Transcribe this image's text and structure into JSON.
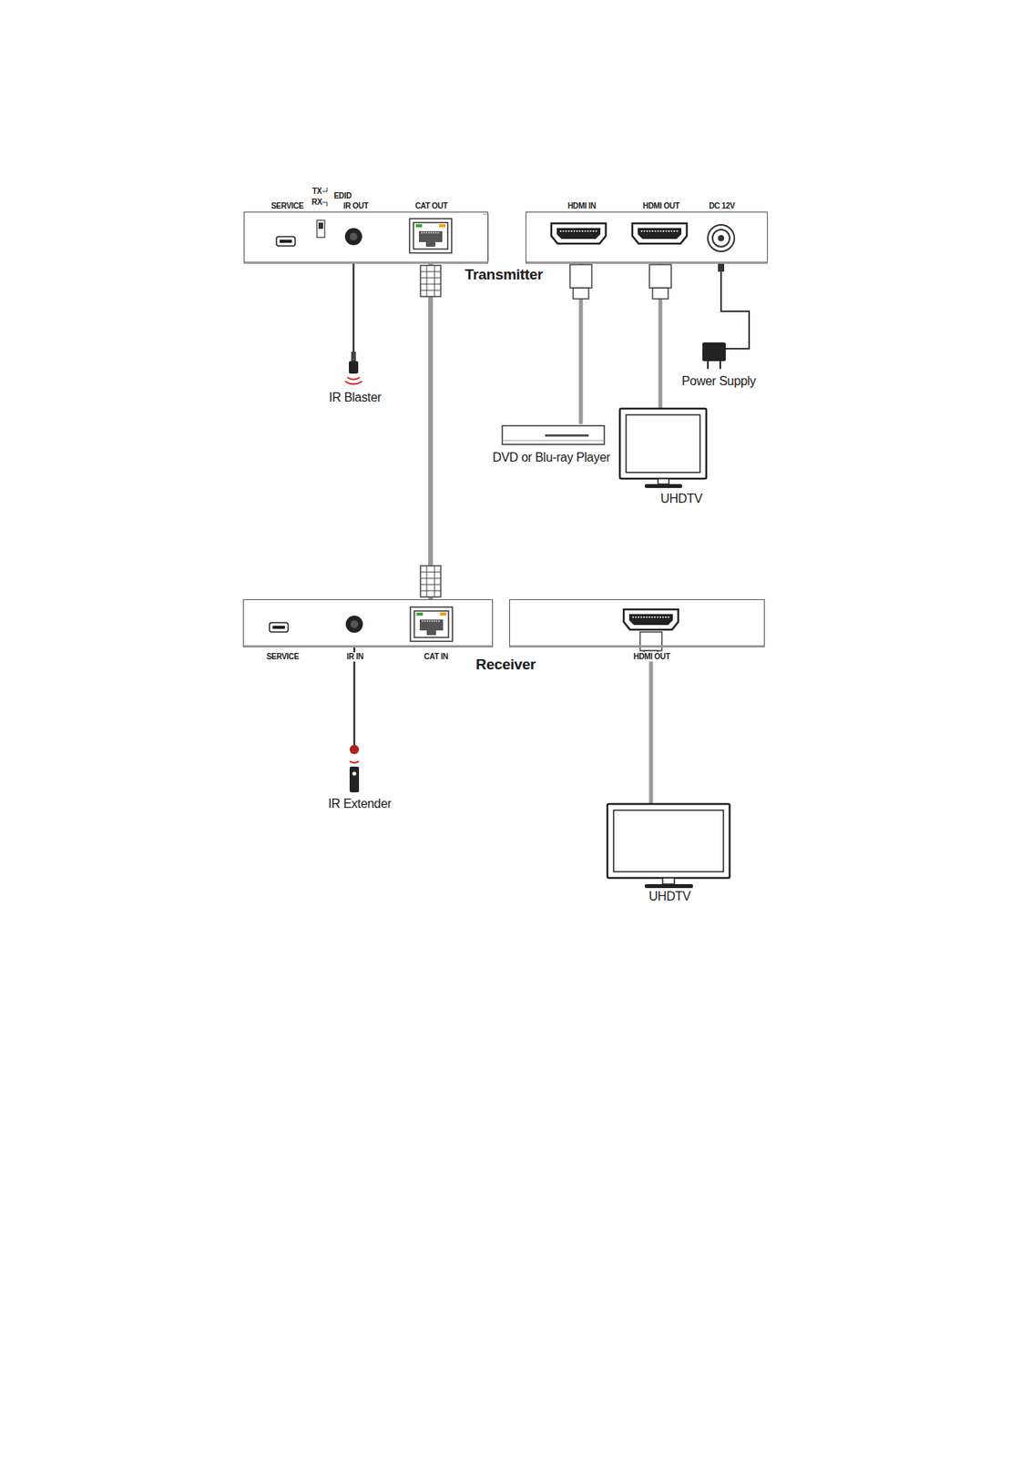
{
  "diagram": {
    "nodes": [
      {
        "text": [
          "SERVICE",
          "TX",
          "RX",
          "EDID",
          "IR OUT",
          "CAT OUT"
        ]
      },
      {
        "text": [
          "HDMI IN",
          "HDMI OUT",
          "DC 12V"
        ]
      },
      {
        "text": [
          "IR Blaster"
        ]
      },
      {
        "text": [
          "DVD or Blu-ray Player"
        ]
      },
      {
        "text": [
          "UHDTV"
        ]
      },
      {
        "text": [
          "Power Supply"
        ]
      },
      {
        "text": [
          "SERVICE",
          "IR IN",
          "CAT IN"
        ]
      },
      {
        "text": [
          "HDMI OUT"
        ]
      },
      {
        "text": [
          "IR Extender"
        ]
      },
      {
        "text": [
          "UHDTV"
        ]
      }
    ],
    "edges": [
      {
        "from": 0,
        "to": 2,
        "arrow": "none"
      },
      {
        "from": 0,
        "to": 6,
        "arrow": "none"
      },
      {
        "from": 1,
        "to": 3,
        "arrow": "none"
      },
      {
        "from": 1,
        "to": 4,
        "arrow": "none"
      },
      {
        "from": 1,
        "to": 5,
        "arrow": "none"
      },
      {
        "from": 6,
        "to": 8,
        "arrow": "none"
      },
      {
        "from": 7,
        "to": 9,
        "arrow": "none"
      }
    ],
    "labels": [
      "Transmitter",
      "Receiver"
    ]
  }
}
